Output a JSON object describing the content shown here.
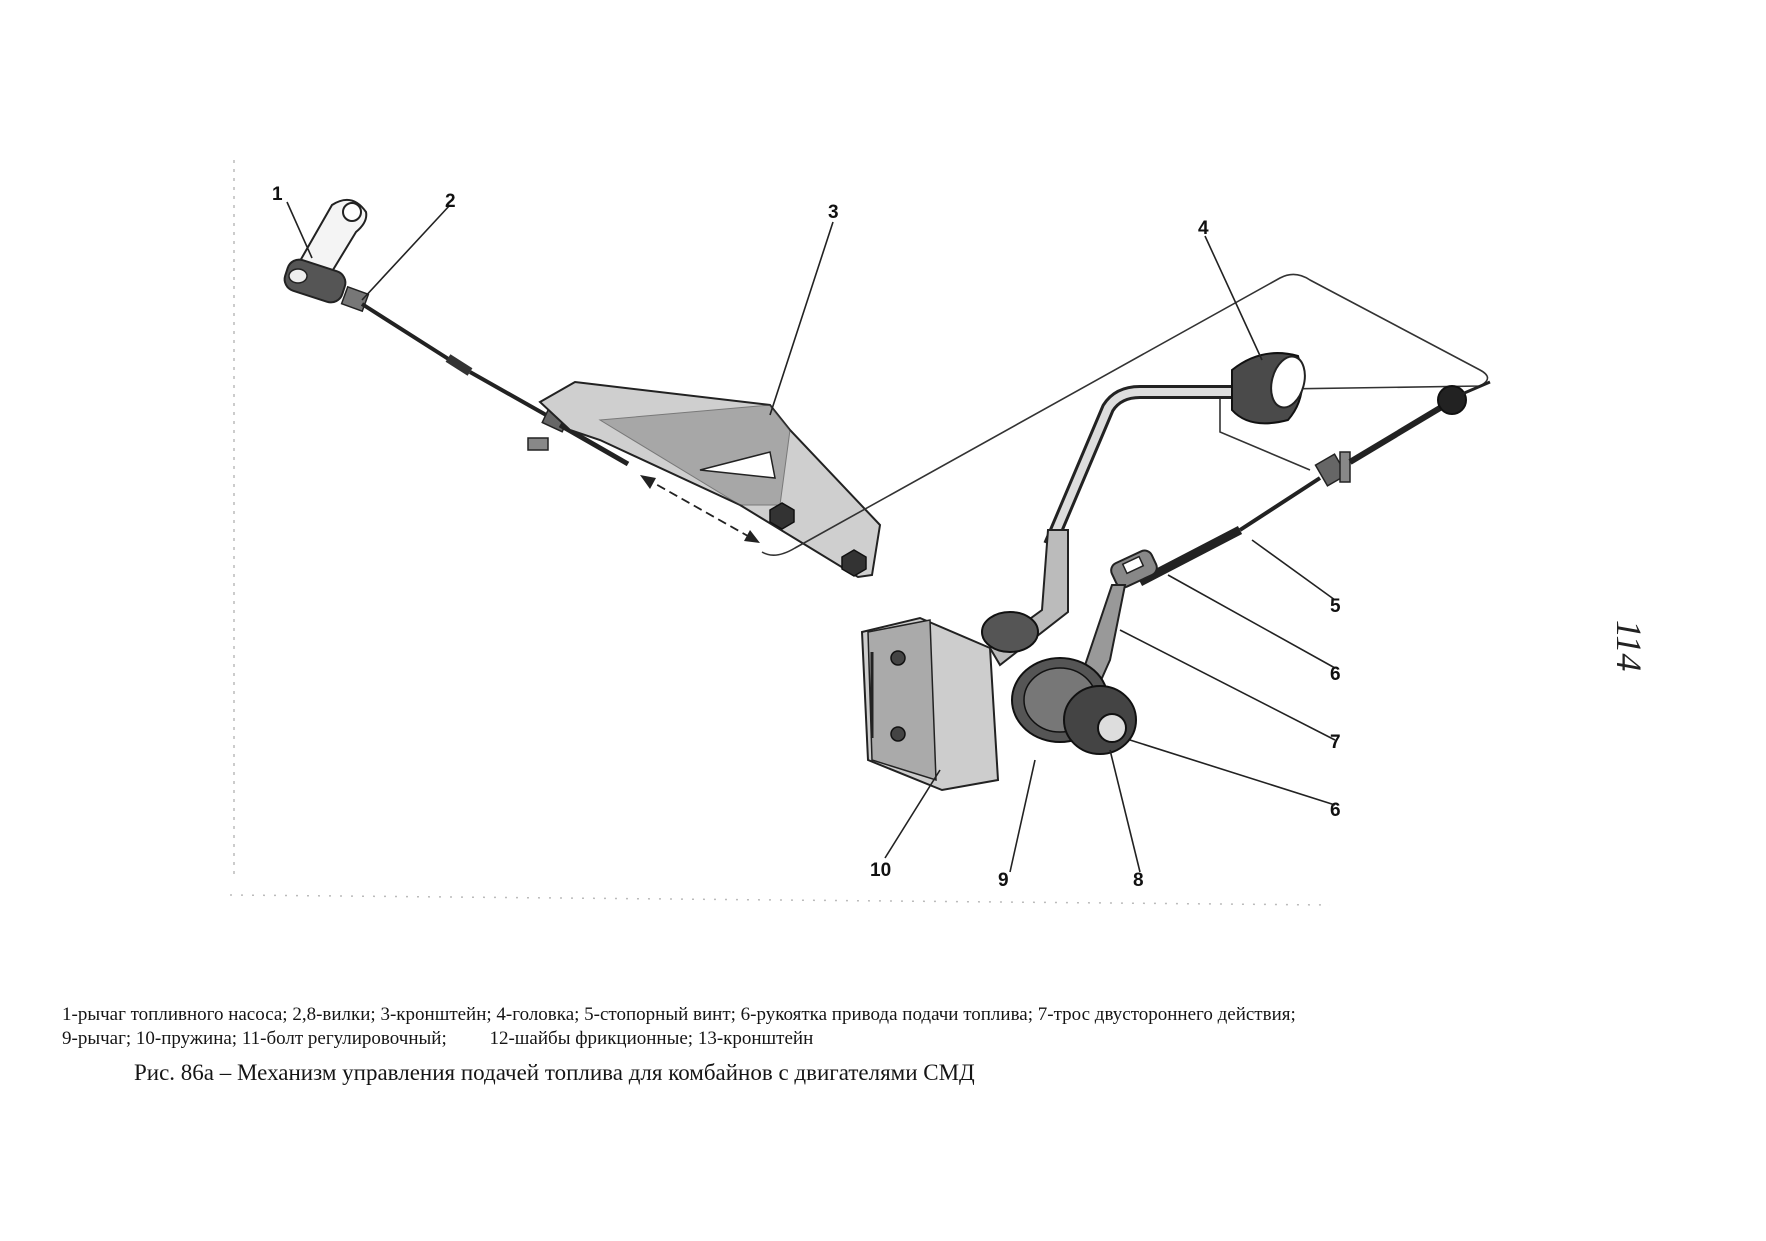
{
  "page": {
    "sheet_number": "114"
  },
  "callouts": [
    "1",
    "2",
    "3",
    "4",
    "5",
    "6",
    "6",
    "7",
    "8",
    "9",
    "10"
  ],
  "legend": {
    "line1": "1-рычаг топливного насоса; 2,8-вилки; 3-кронштейн; 4-головка; 5-стопорный винт; 6-рукоятка привода подачи топлива; 7-трос двустороннего действия;",
    "line2": "9-рычаг; 10-пружина; 11-болт регулировочный;         12-шайбы фрикционные; 13-кронштейн"
  },
  "caption": "Рис. 86а – Механизм управления подачей топлива для комбайнов с двигателями СМД"
}
